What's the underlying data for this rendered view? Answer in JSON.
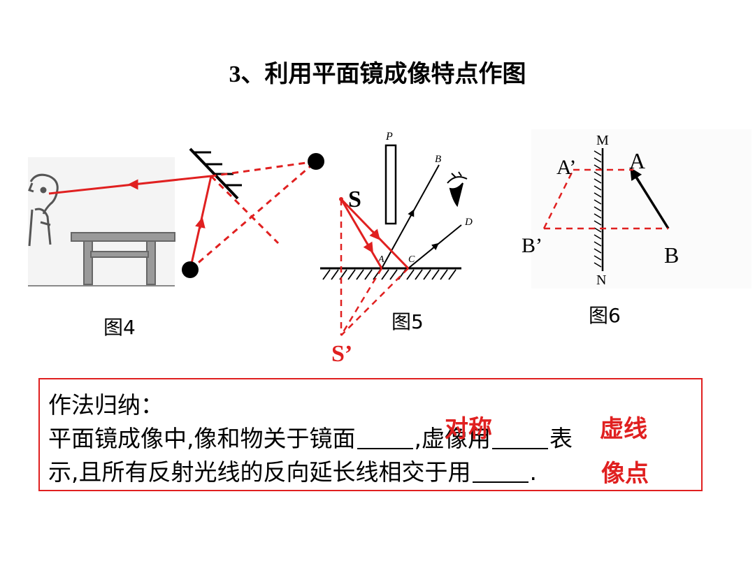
{
  "slide": {
    "title_num": "3",
    "title_text": "、利用平面镜成像特点作图"
  },
  "figures": {
    "fig4": {
      "caption": "图4"
    },
    "fig5": {
      "caption": "图5",
      "label_s": "S",
      "label_s_image": "S’",
      "label_p": "P",
      "label_a": "A",
      "label_b": "B",
      "label_c": "C",
      "label_d": "D"
    },
    "fig6": {
      "caption": "图6",
      "label_m": "M",
      "label_n": "N",
      "label_a": "A",
      "label_b": "B",
      "label_a_image": "A’",
      "label_b_image": "B’"
    }
  },
  "summary": {
    "heading": "作法归纳：",
    "line2_part1": "平面镜成像中,像和物关于镜面",
    "line2_part2": ",虚像用",
    "line2_part3": "表",
    "line3_part1": "示,且所有反射光线的反向延长线相交于用",
    "line3_part2": ".",
    "answer_1": "对称",
    "answer_2": "虚线",
    "answer_3": "像点"
  },
  "colors": {
    "accent": "#e02020",
    "ink": "#000000"
  }
}
